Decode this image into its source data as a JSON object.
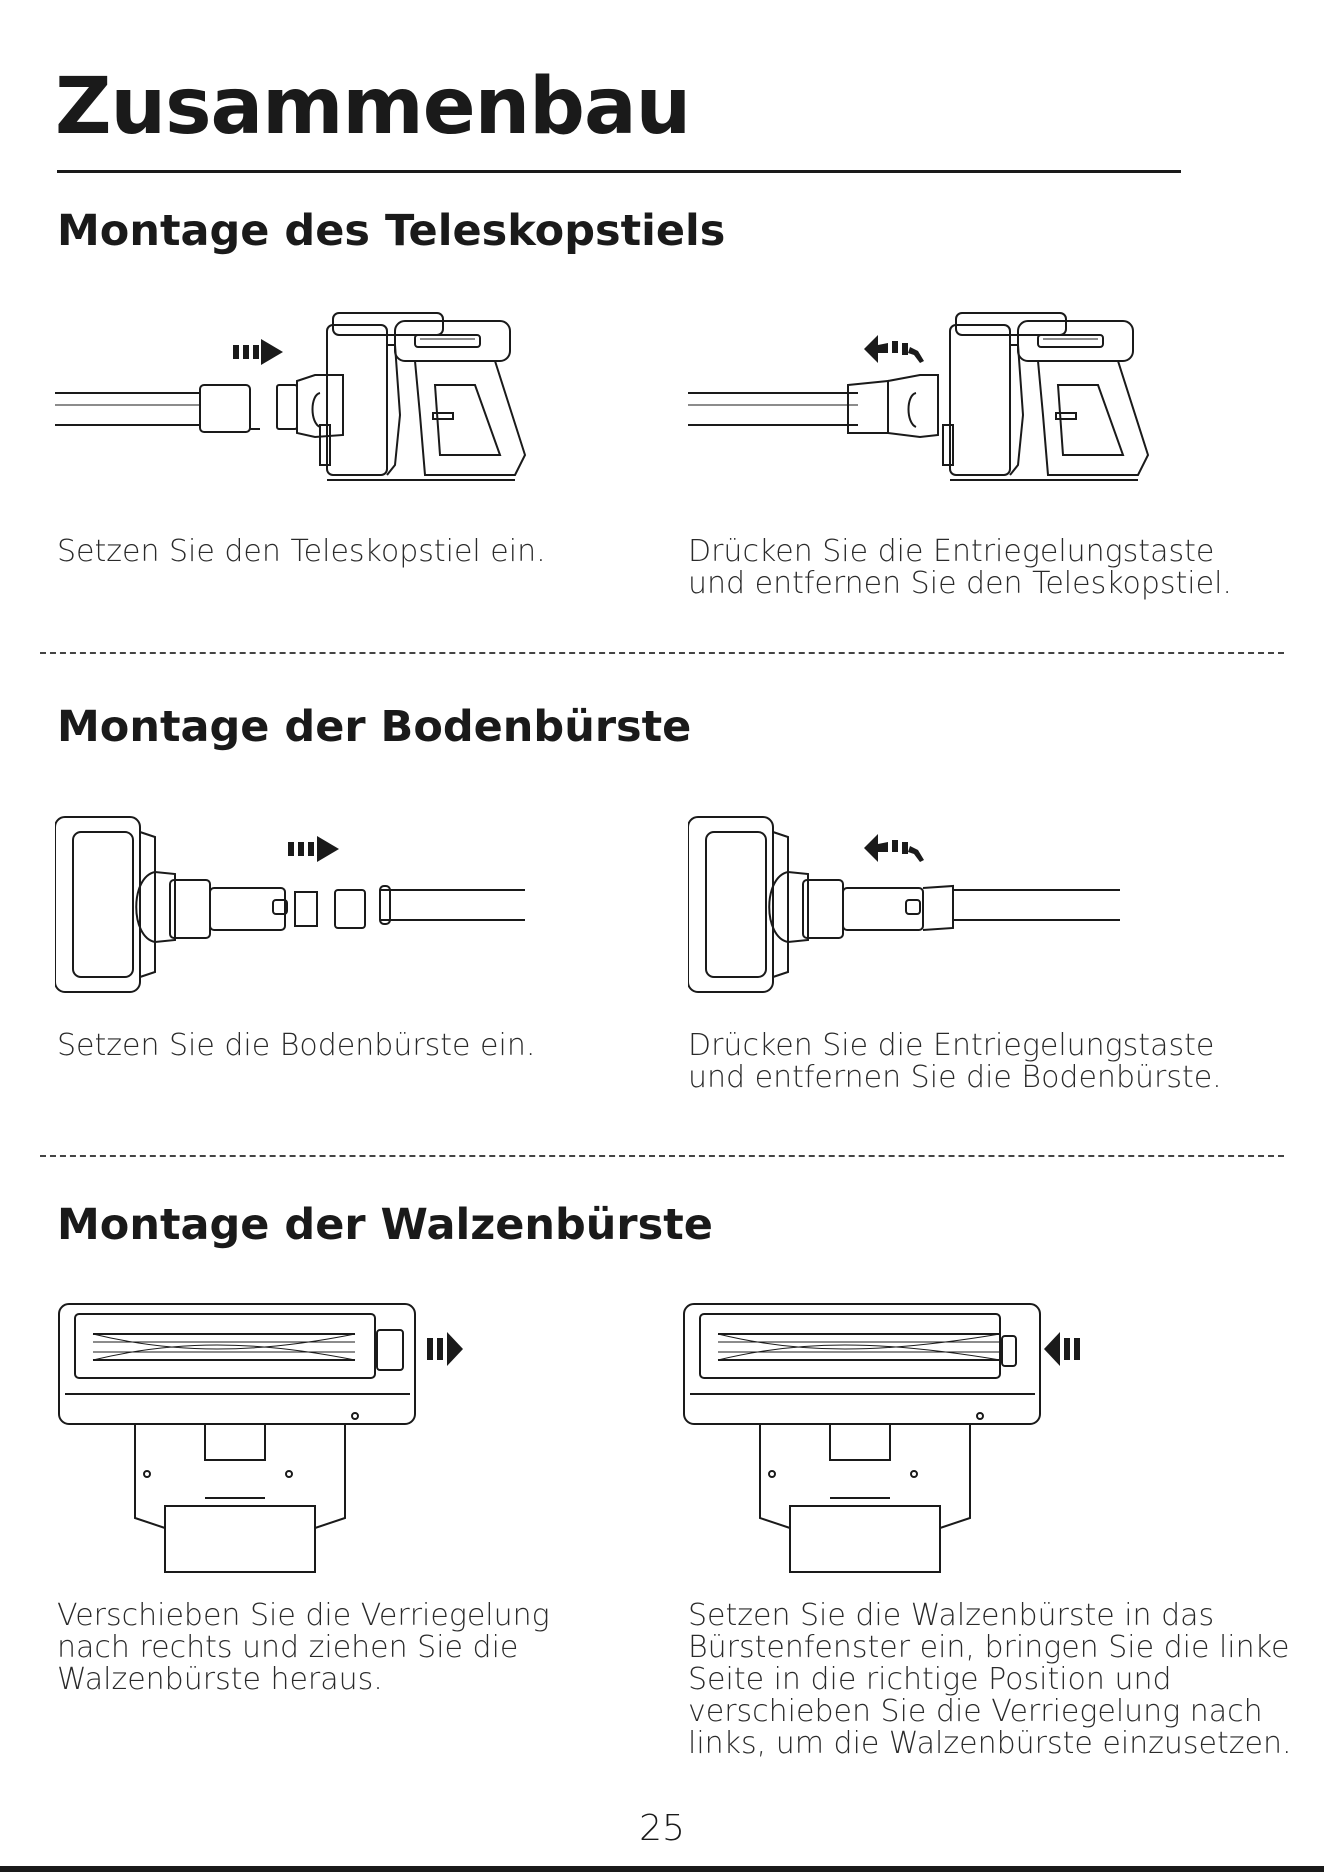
{
  "page": {
    "title": "Zusammenbau",
    "page_number": "25"
  },
  "sections": [
    {
      "heading": "Montage des Teleskopstiels",
      "steps": [
        {
          "caption_lines": [
            "Setzen Sie den Teleskopstiel ein."
          ],
          "arrow": "push-right-icon"
        },
        {
          "caption_lines": [
            "Drücken Sie die Entriegelungstaste",
            "und entfernen Sie den Teleskopstiel."
          ],
          "arrow": "curved-release-left-icon"
        }
      ]
    },
    {
      "heading": "Montage der Bodenbürste",
      "steps": [
        {
          "caption_lines": [
            "Setzen Sie die Bodenbürste ein."
          ],
          "arrow": "push-right-icon"
        },
        {
          "caption_lines": [
            "Drücken Sie die Entriegelungstaste",
            "und entfernen Sie die Bodenbürste."
          ],
          "arrow": "curved-release-left-icon"
        }
      ]
    },
    {
      "heading": "Montage der Walzenbürste",
      "steps": [
        {
          "caption_lines": [
            "Verschieben Sie die Verriegelung",
            "nach rechts und ziehen Sie die",
            "Walzenbürste heraus."
          ],
          "arrow": "push-right-icon"
        },
        {
          "caption_lines": [
            "Setzen Sie die Walzenbürste in das",
            "Bürstenfenster ein, bringen Sie die linke",
            "Seite in die richtige Position und",
            "verschieben Sie die Verriegelung nach",
            "links, um die Walzenbürste einzusetzen."
          ],
          "arrow": "push-left-icon"
        }
      ]
    }
  ]
}
